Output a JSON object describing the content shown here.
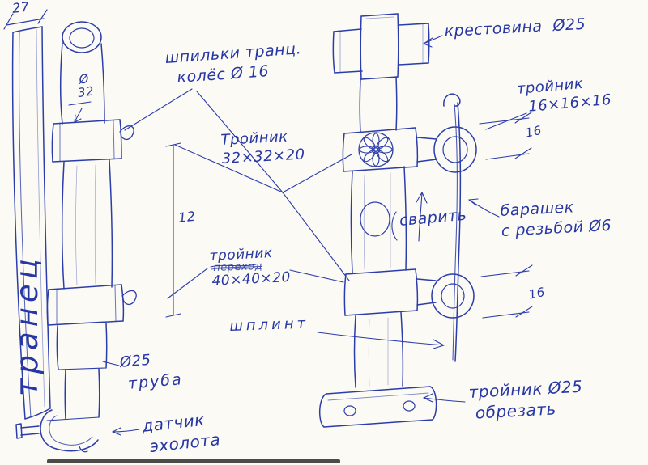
{
  "colors": {
    "ink": "#2737a4",
    "paper": "#fbfaf4"
  },
  "labels": {
    "dim_27": "27",
    "dia_32": "Ø\n32",
    "transom": "транец",
    "studs": "шпильки транц.\n  колёс Ø 16",
    "tee_32": "Тройник\n32×32×20",
    "dim_12": "12",
    "tee_40_name": "тройник",
    "tee_40_struck": "переход",
    "tee_40_size": "40×40×20",
    "cotter_pin": "шплинт",
    "pipe_dia": "Ø25",
    "pipe_word": "труба",
    "sensor": "датчик\n эхолота",
    "cross_fitting": "крестовина  Ø25",
    "tee_16": "тройник\n  16×16×16",
    "dim_16_top": "16",
    "weld": "сварить",
    "wing_nut": "барашек\nс резьбой Ø6",
    "dim_16_bottom": "16",
    "tee_25": "тройник Ø25\n обрезать"
  }
}
